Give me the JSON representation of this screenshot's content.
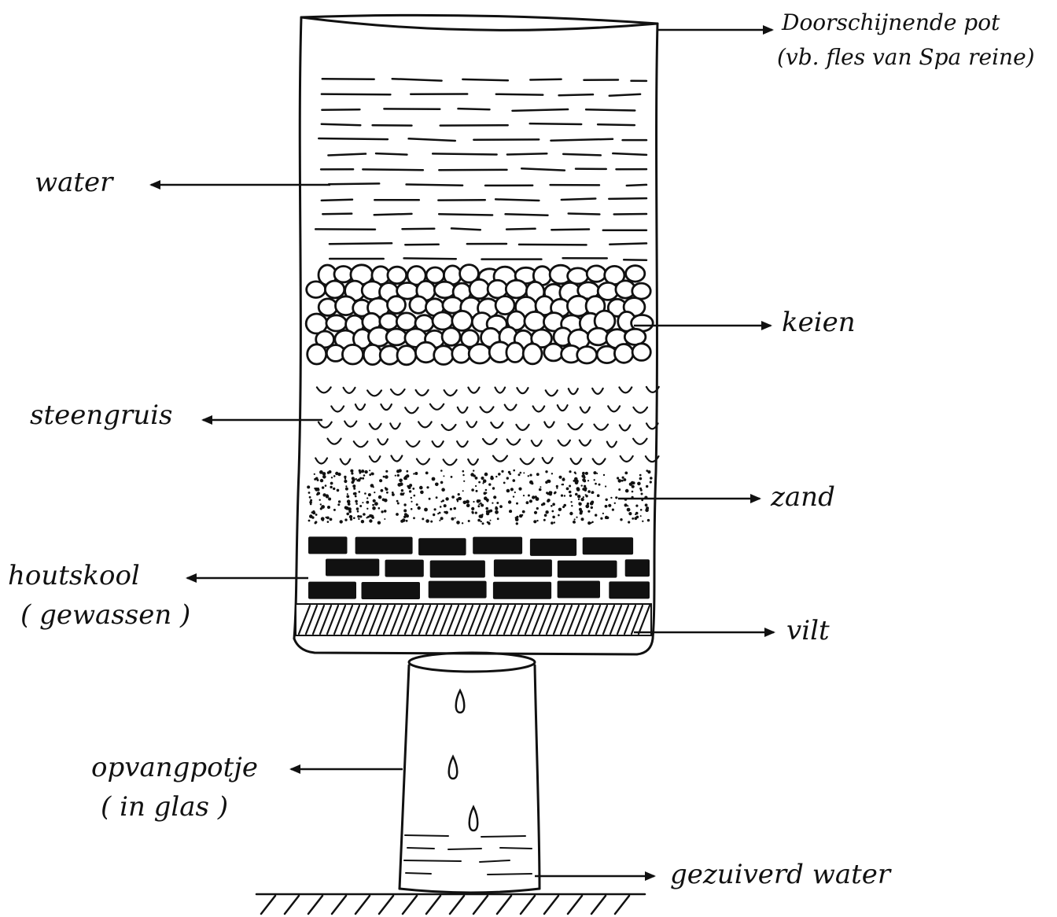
{
  "labels": {
    "pot_line1": "Doorschijnende pot",
    "pot_line2": "(vb. fles van Spa reine)",
    "water": "water",
    "keien": "keien",
    "steengruis": "steengruis",
    "zand": "zand",
    "houtskool_line1": "houtskool",
    "houtskool_line2": "( gewassen )",
    "vilt": "vilt",
    "opvang_line1": "opvangpotje",
    "opvang_line2": "( in glas )",
    "gezuiverd": "gezuiverd water"
  },
  "colors": {
    "ink": "#111111",
    "paper": "#ffffff"
  }
}
